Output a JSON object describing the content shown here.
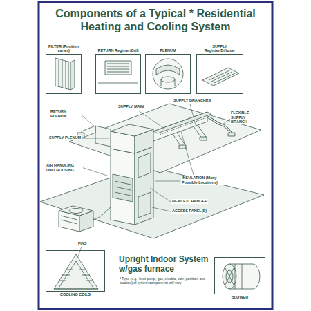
{
  "diagram": {
    "title": "Components of a Typical * Residential Heating and Cooling System",
    "caption": "Upright Indoor System w/gas furnace",
    "nodes": [
      {
        "text": [
          "FILTER (Position varies)"
        ]
      },
      {
        "text": [
          "RETURN Register/Grill"
        ]
      },
      {
        "text": [
          "PLENUM"
        ]
      },
      {
        "text": [
          "SUPPLY Register/Diffuser"
        ]
      },
      {
        "text": [
          "COOLING COILS"
        ]
      },
      {
        "text": [
          "BLOWER"
        ]
      }
    ],
    "labels": [
      "RETURN PLENUM",
      "SUPPLY MAIN",
      "SUPPLY PLENUM",
      "SUPPLY BRANCHES",
      "FLEXIBLE SUPPLY BRANCH",
      "AIR HANDLING UNIT HOUSING",
      "INSULATION (Many Possible Locations)",
      "HEAT EXCHANGER",
      "ACCESS PANEL(S)",
      "FINS",
      "* Type (e.g., heat pump, gas, electric, size, position, and location) of system components will vary"
    ]
  }
}
